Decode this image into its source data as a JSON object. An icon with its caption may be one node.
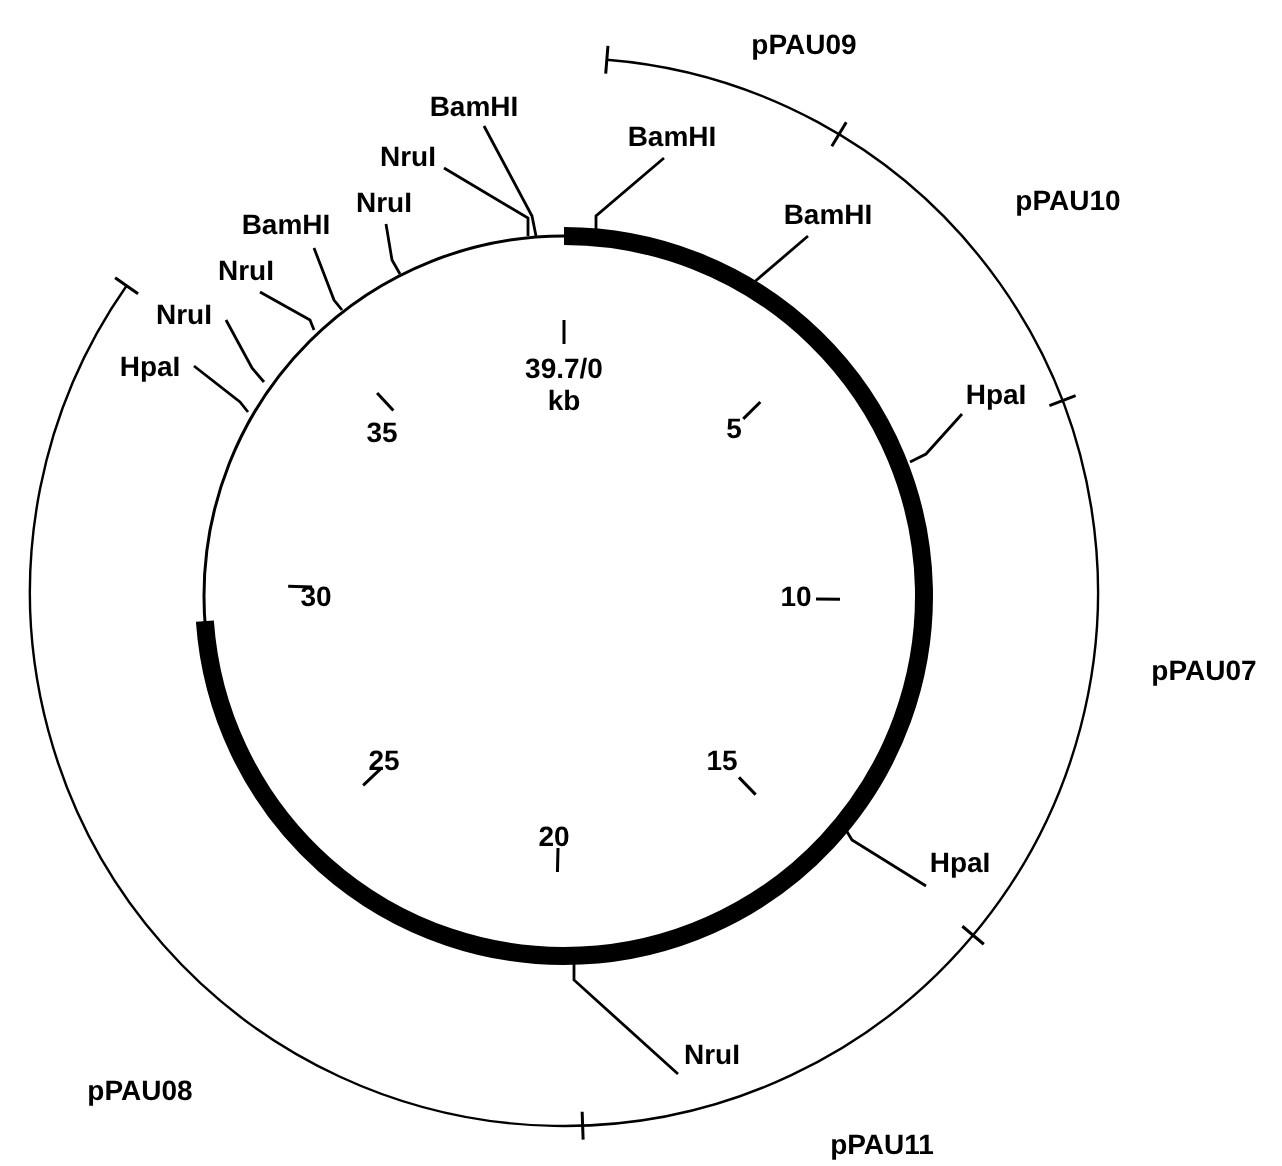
{
  "diagram": {
    "nodes": [
      {
        "text": [
          "BamHI"
        ]
      },
      {
        "text": [
          "BamHI"
        ]
      },
      {
        "text": [
          "NruI"
        ]
      },
      {
        "text": [
          "BamHI"
        ]
      },
      {
        "text": [
          "NruI"
        ]
      },
      {
        "text": [
          "BamHI"
        ]
      },
      {
        "text": [
          "NruI"
        ]
      },
      {
        "text": [
          "NruI"
        ]
      },
      {
        "text": [
          "HpaI"
        ]
      },
      {
        "text": [
          "HpaI"
        ]
      },
      {
        "text": [
          "HpaI"
        ]
      },
      {
        "text": [
          "NruI"
        ]
      },
      {
        "text": [],
        "shape": "circle"
      }
    ],
    "edges": [
      {
        "from": 0,
        "to": 12,
        "arrow": "none"
      },
      {
        "from": 1,
        "to": 12,
        "arrow": "none"
      },
      {
        "from": 2,
        "to": 12,
        "arrow": "none"
      },
      {
        "from": 3,
        "to": 12,
        "arrow": "none"
      },
      {
        "from": 4,
        "to": 12,
        "arrow": "none"
      },
      {
        "from": 5,
        "to": 12,
        "arrow": "none"
      },
      {
        "from": 6,
        "to": 12,
        "arrow": "none"
      },
      {
        "from": 7,
        "to": 12,
        "arrow": "none"
      },
      {
        "from": 8,
        "to": 12,
        "arrow": "none"
      },
      {
        "from": 9,
        "to": 12,
        "arrow": "none"
      },
      {
        "from": 10,
        "to": 12,
        "arrow": "none"
      },
      {
        "from": 11,
        "to": 12,
        "arrow": "none"
      }
    ],
    "labels": [
      "pPAU09",
      "pPAU10",
      "39.7/0 kb",
      "35",
      "5",
      "30",
      "10",
      "pPAU07",
      "25",
      "15",
      "20",
      "pPAU08",
      "pPAU11"
    ]
  }
}
